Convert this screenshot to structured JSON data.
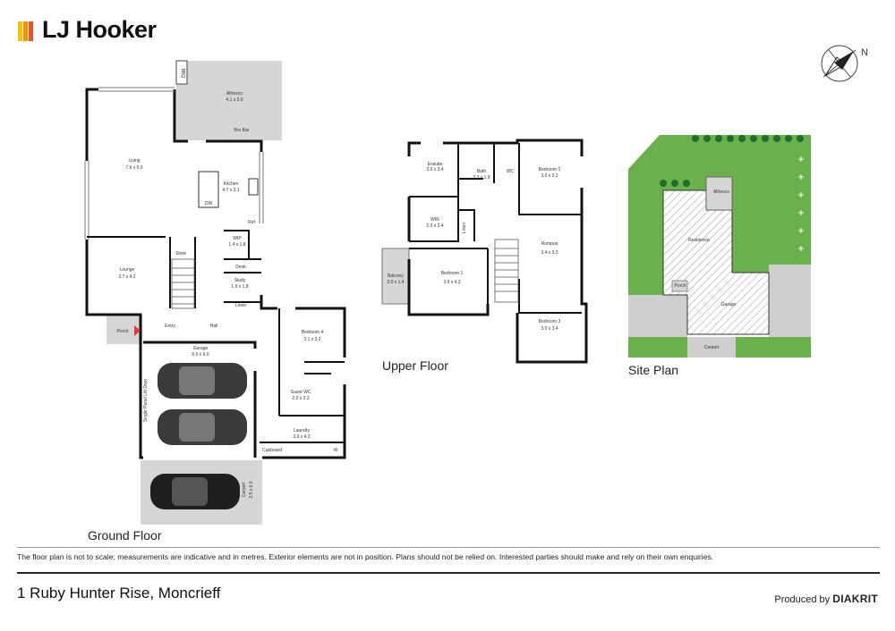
{
  "brand": {
    "name": "LJ Hooker"
  },
  "compass": {
    "label": "N"
  },
  "floors": {
    "ground": "Ground Floor",
    "upper": "Upper Floor",
    "site": "Site Plan"
  },
  "rooms": {
    "alfresco": "Alfresco",
    "alfresco_dim": "4.1 x 5.0",
    "bbq": "BBQ",
    "bro_bar": "Bro Bar",
    "living": "Living",
    "living_dim": "7.6 x 5.0",
    "kitchen": "Kitchen",
    "kitchen_dim": "4.7 x 3.1",
    "dw": "DW",
    "ref": "Ref",
    "wip": "WIP",
    "wip_dim": "1.4 x 1.8",
    "store": "Store",
    "lounge": "Lounge",
    "lounge_dim": "3.7 x 4.2",
    "desk": "Desk",
    "study": "Study",
    "study_dim": "1.9 x 1.8",
    "linen": "Linen",
    "porch": "Porch",
    "entry": "Entry",
    "hall": "Hall",
    "bedroom4": "Bedroom 4",
    "bedroom4_dim": "3.1 x 3.2",
    "garage": "Garage",
    "garage_dim": "6.0 x 6.0",
    "guest_wc": "Guest WC",
    "guest_wc_dim": "2.0 x 3.2",
    "laundry": "Laundry",
    "laundry_dim": "3.9 x 4.3",
    "cupboard": "Cupboard",
    "w": "W",
    "lift_door": "Single Panel Lift Door",
    "carport": "Carport",
    "carport_dim": "3.5 x 6.0",
    "ensuite": "Ensuite",
    "ensuite_dim": "3.0 x 2.4",
    "bath": "Bath",
    "bath_dim": "3.3 x 1.9",
    "wc": "WC",
    "bedroom2": "Bedroom 2",
    "bedroom2_dim": "3.0 x 3.2",
    "wir": "WIR",
    "wir_dim": "2.0 x 2.4",
    "linen_up": "Linen",
    "rumpus": "Rumpus",
    "rumpus_dim": "3.4 x 3.3",
    "balcony": "Balcony",
    "balcony_dim": "3.0 x 1.4",
    "bedroom1": "Bedroom 1",
    "bedroom1_dim": "3.6 x 4.3",
    "bedroom3": "Bedroom 3",
    "bedroom3_dim": "3.0 x 3.4"
  },
  "site": {
    "alfresco": "Alfresco",
    "residence": "Residence",
    "porch": "Porch",
    "garage": "Garage",
    "carport": "Carport"
  },
  "disclaimer": "The floor plan is not to scale; measurements are indicative and in metres. Exterior elements are not in position. Plans should not be relied on. Interested parties should make and rely on their own enquiries.",
  "address": "1 Ruby Hunter Rise, Moncrieff",
  "produced_by": {
    "prefix": "Produced by",
    "name": "DIAKRIT"
  },
  "colors": {
    "wall": "#111111",
    "alfresco": "#d6d6d6",
    "lawn": "#6ab04c",
    "hedge": "#2e8b2e",
    "paving": "#cfcfcf",
    "porch_arrow": "#e53935"
  }
}
